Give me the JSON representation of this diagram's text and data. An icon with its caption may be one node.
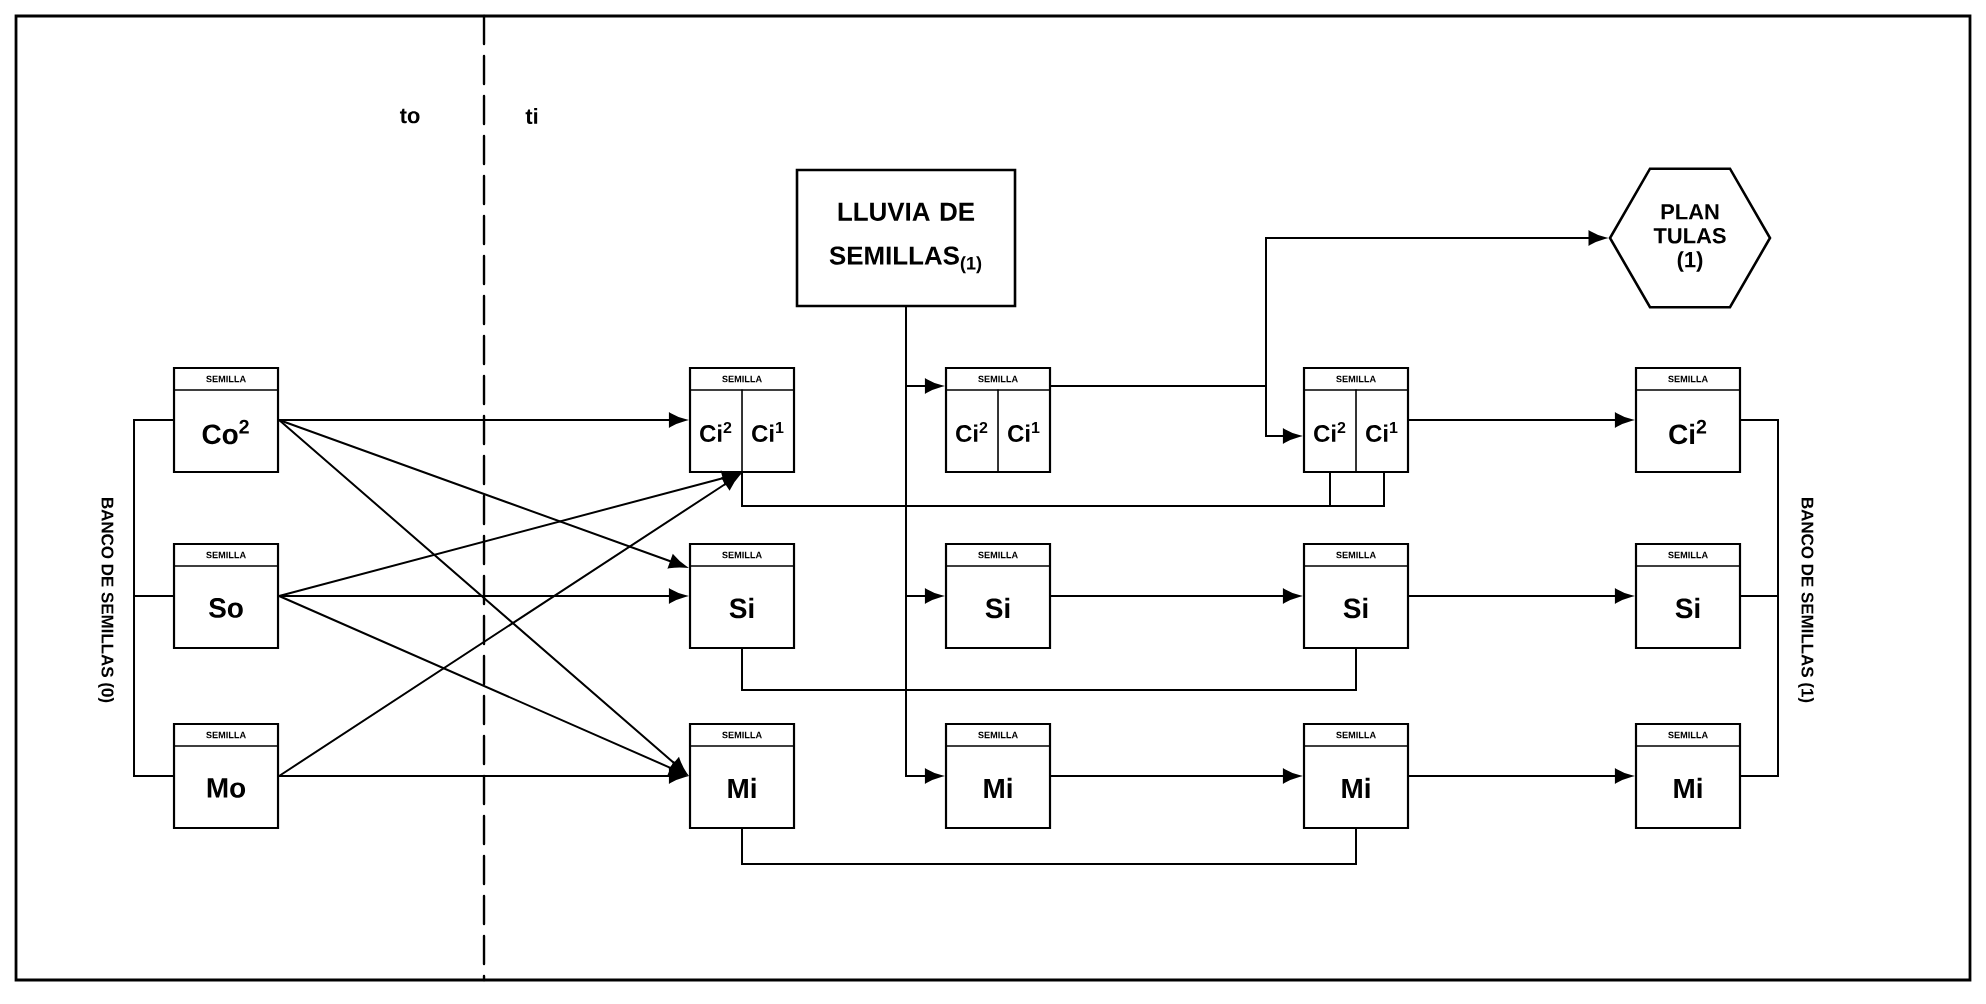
{
  "diagram": {
    "nodes": [
      {
        "text": [
          "LLUVIA DE SEMILLAS$_{(1)}$"
        ]
      },
      {
        "text": [
          "PLAN TULAS (1)"
        ]
      },
      {
        "text": [
          "BANCO DE SEMILLAS (0)"
        ]
      },
      {
        "text": [
          "SEMILLA",
          "Co$^{2}$"
        ]
      },
      {
        "text": [
          "SEMILLA",
          "So"
        ]
      },
      {
        "text": [
          "SEMILLA",
          "Mo"
        ]
      },
      {
        "text": [
          "SEMILLA",
          "Ci$^{2}$",
          "Ci$^{1}$"
        ]
      },
      {
        "text": [
          "SEMILLA",
          "Si"
        ]
      },
      {
        "text": [
          "SEMILLA",
          "Mi"
        ]
      },
      {
        "text": [
          "SEMILLA",
          "Ci$^{2}$",
          "Ci$^{1}$"
        ]
      },
      {
        "text": [
          "SEMILLA",
          "Si"
        ]
      },
      {
        "text": [
          "SEMILLA",
          "Mi"
        ]
      },
      {
        "text": [
          "SEMILLA",
          "Ci$^{2}$",
          "Ci$^{1}$"
        ]
      },
      {
        "text": [
          "SEMILLA",
          "Si"
        ]
      },
      {
        "text": [
          "SEMILLA",
          "Mi"
        ]
      },
      {
        "text": [
          "SEMILLA",
          "Ci$^{2}$"
        ]
      },
      {
        "text": [
          "SEMILLA",
          "Si"
        ]
      },
      {
        "text": [
          "SEMILLA",
          "Mi"
        ]
      },
      {
        "text": [
          "BANCO DE SEMILLAS (1)"
        ]
      }
    ],
    "edges": [
      {
        "from": 3,
        "to": 4,
        "arrow": "none"
      },
      {
        "from": 4,
        "to": 5,
        "arrow": "none"
      },
      {
        "from": 3,
        "to": 6,
        "arrow": "to"
      },
      {
        "from": 3,
        "to": 7,
        "arrow": "to"
      },
      {
        "from": 3,
        "to": 8,
        "arrow": "to"
      },
      {
        "from": 4,
        "to": 6,
        "arrow": "to"
      },
      {
        "from": 4,
        "to": 7,
        "arrow": "to"
      },
      {
        "from": 4,
        "to": 8,
        "arrow": "to"
      },
      {
        "from": 5,
        "to": 6,
        "arrow": "to"
      },
      {
        "from": 5,
        "to": 8,
        "arrow": "to"
      },
      {
        "from": 0,
        "to": 9,
        "arrow": "to"
      },
      {
        "from": 0,
        "to": 10,
        "arrow": "to"
      },
      {
        "from": 0,
        "to": 11,
        "arrow": "to"
      },
      {
        "from": 9,
        "to": 12,
        "arrow": "to"
      },
      {
        "from": 9,
        "to": 1,
        "arrow": "to"
      },
      {
        "from": 6,
        "to": 12,
        "arrow": "none"
      },
      {
        "from": 7,
        "to": 13,
        "arrow": "none"
      },
      {
        "from": 8,
        "to": 14,
        "arrow": "none"
      },
      {
        "from": 10,
        "to": 13,
        "arrow": "to"
      },
      {
        "from": 11,
        "to": 14,
        "arrow": "to"
      },
      {
        "from": 12,
        "to": 15,
        "arrow": "to"
      },
      {
        "from": 13,
        "to": 16,
        "arrow": "to"
      },
      {
        "from": 14,
        "to": 17,
        "arrow": "to"
      },
      {
        "from": 15,
        "to": 16,
        "arrow": "none"
      },
      {
        "from": 16,
        "to": 17,
        "arrow": "none"
      }
    ],
    "labels": [
      "to",
      "ti"
    ]
  }
}
